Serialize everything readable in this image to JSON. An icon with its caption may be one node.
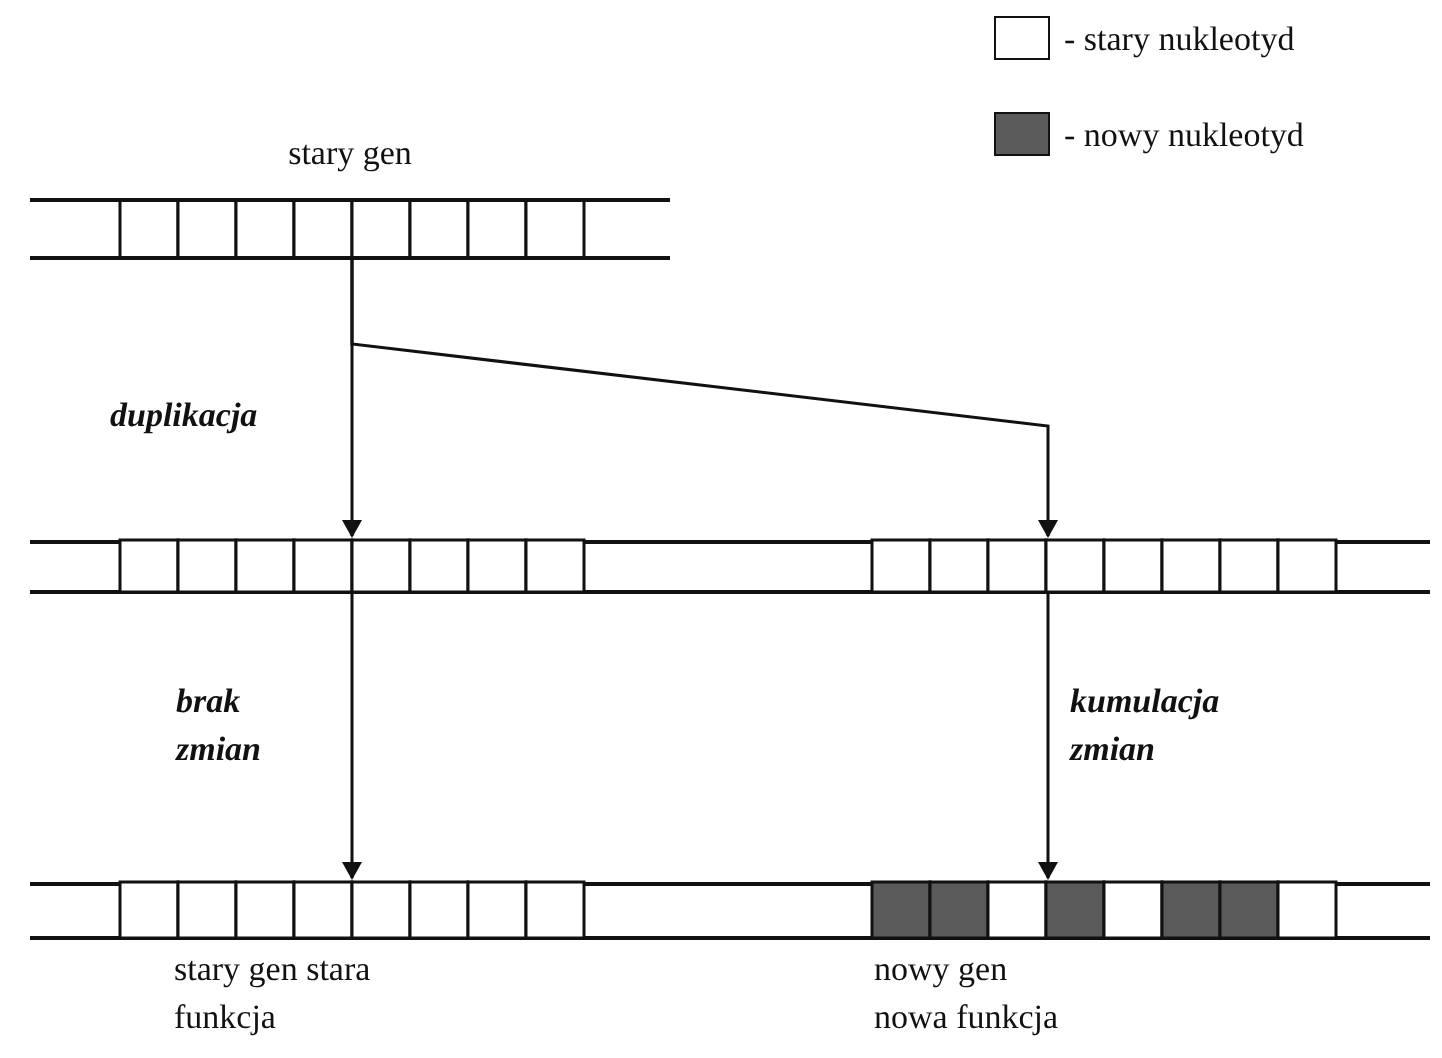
{
  "diagram": {
    "nodes": [
      {
        "text": [
          "stary gen"
        ]
      },
      {
        "text": [],
        "shape": "bar"
      },
      {
        "text": [],
        "shape": "bar",
        "in": 1
      },
      {
        "text": [],
        "shape": "bar",
        "in": 1
      },
      {
        "text": [],
        "shape": "bar"
      },
      {
        "text": [
          "stary gen stara funkcja"
        ],
        "in": 4
      },
      {
        "text": [
          "nowy gen nowa funkcja"
        ],
        "in": 4
      }
    ],
    "edges": [
      {
        "from": 0,
        "to": 2,
        "arrow": "to",
        "label": "duplikacja"
      },
      {
        "from": 0,
        "to": 3,
        "arrow": "to"
      },
      {
        "from": 2,
        "to": 5,
        "arrow": "to",
        "label": "brak zmian"
      },
      {
        "from": 3,
        "to": 6,
        "arrow": "to",
        "label": "kumulacja zmian"
      }
    ],
    "legend": [
      {
        "text": "- stary nukleotyd",
        "color": "#ffffff"
      },
      {
        "text": "- nowy nukleotyd",
        "color": "#5a5a5a"
      }
    ]
  }
}
